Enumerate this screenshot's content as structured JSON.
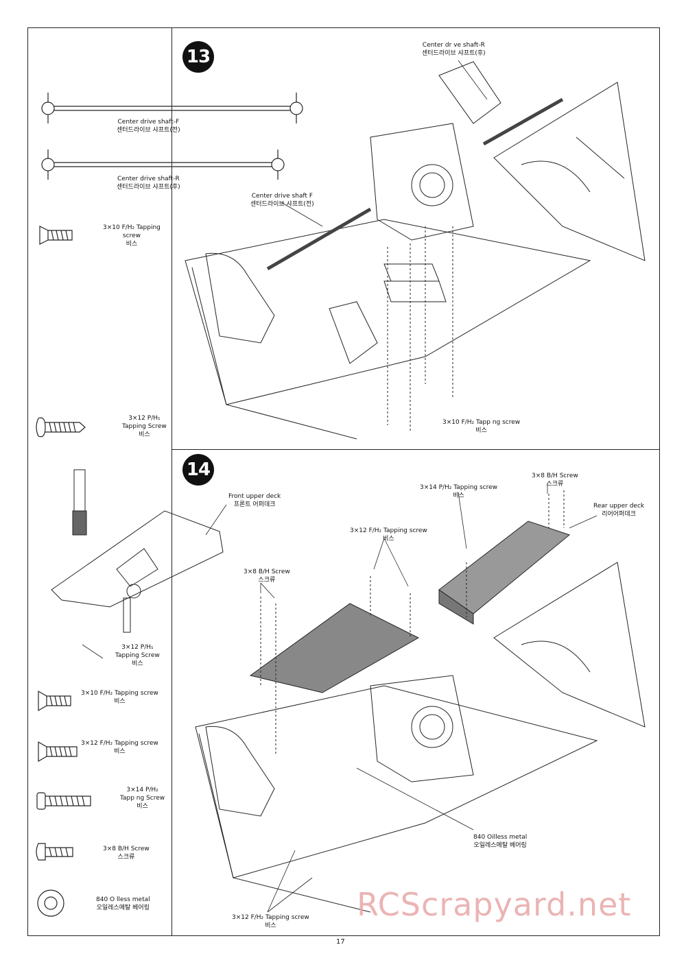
{
  "page_number": "17",
  "watermark": "RCScrapyard.net",
  "steps": [
    {
      "number": "13",
      "callouts": {
        "center_shaft_r_top": [
          "Center dr ve shaft-R",
          "센터드라이브 샤프트(후)"
        ],
        "center_shaft_f": [
          "Center drive shaft F",
          "센터드라이브 샤프트(전)"
        ],
        "screw_3x10": [
          "3×10 F/H₂ Tapp ng screw",
          "비스"
        ]
      }
    },
    {
      "number": "14",
      "callouts": {
        "front_upper_deck": [
          "Front upper deck",
          "프론트 어퍼데크"
        ],
        "screw_3x14": [
          "3×14 P/H₂ Tapping screw",
          "비스"
        ],
        "screw_3x8_top": [
          "3×8 B/H Screw",
          "스크류"
        ],
        "rear_upper_deck": [
          "Rear upper deck",
          "리어어퍼데크"
        ],
        "screw_3x12": [
          "3×12 F/H₂ Tapping screw",
          "비스"
        ],
        "screw_3x8_left": [
          "3×8 B/H Screw",
          "스크류"
        ],
        "bearing": [
          "840 Oilless metal",
          "오일레스메탈 베어링"
        ],
        "screw_3x12_bottom": [
          "3×12 F/H₂ Tapping screw",
          "비스"
        ]
      }
    }
  ],
  "sidebar": {
    "shaft_f": [
      "Center drive shaft-F",
      "센터드라이브 샤프트(전)"
    ],
    "shaft_r": [
      "Center drive shaft-R",
      "센터드라이브 샤프트(후)"
    ],
    "s1": [
      "3×10 F/H₂ Tapping",
      "screw",
      "비스"
    ],
    "s2": [
      "3×12 P/H₁",
      "Tapping Screw",
      "비스"
    ],
    "deck_screw": [
      "3×12 P/H₁",
      "Tapping Screw",
      "비스"
    ],
    "s3": [
      "3×10 F/H₂ Tapping screw",
      "비스"
    ],
    "s4": [
      "3×12 F/H₂ Tapping screw",
      "비스"
    ],
    "s5": [
      "3×14 P/H₂",
      "Tapp ng Screw",
      "비스"
    ],
    "s6": [
      "3×8 B/H Screw",
      "스크류"
    ],
    "s7": [
      "840 O lless metal",
      "오일레스메탈 베어링"
    ]
  }
}
